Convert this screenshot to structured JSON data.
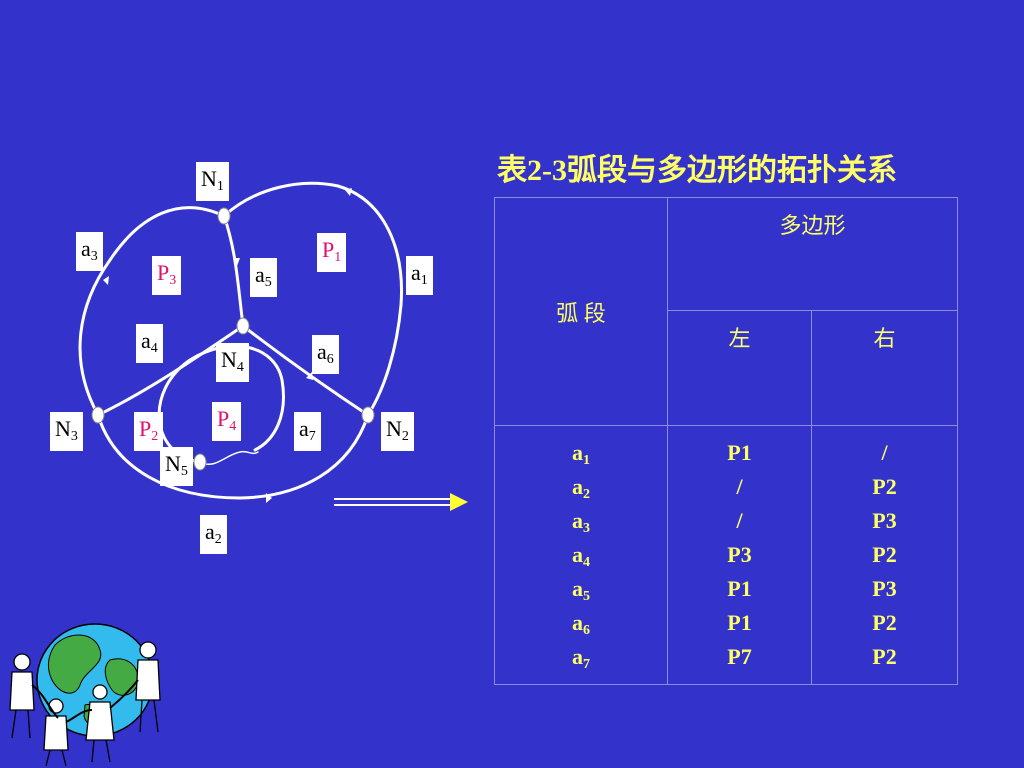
{
  "diagram": {
    "nodes": [
      {
        "base": "N",
        "sub": "1"
      },
      {
        "base": "N",
        "sub": "2"
      },
      {
        "base": "N",
        "sub": "3"
      },
      {
        "base": "N",
        "sub": "4"
      },
      {
        "base": "N",
        "sub": "5"
      }
    ],
    "arcs": [
      {
        "base": "a",
        "sub": "1"
      },
      {
        "base": "a",
        "sub": "2"
      },
      {
        "base": "a",
        "sub": "3"
      },
      {
        "base": "a",
        "sub": "4"
      },
      {
        "base": "a",
        "sub": "5"
      },
      {
        "base": "a",
        "sub": "6"
      },
      {
        "base": "a",
        "sub": "7"
      }
    ],
    "polygons": [
      {
        "base": "P",
        "sub": "1"
      },
      {
        "base": "P",
        "sub": "2"
      },
      {
        "base": "P",
        "sub": "3"
      },
      {
        "base": "P",
        "sub": "4"
      }
    ]
  },
  "table": {
    "title": "表2-3弧段与多边形的拓扑关系",
    "header_arc": "弧 段",
    "header_polygon": "多边形",
    "header_left": "左",
    "header_right": "右",
    "rows": [
      {
        "arc_base": "a",
        "arc_sub": "1",
        "left": "P1",
        "right": "/"
      },
      {
        "arc_base": "a",
        "arc_sub": "2",
        "left": "/",
        "right": "P2"
      },
      {
        "arc_base": "a",
        "arc_sub": "3",
        "left": "/",
        "right": "P3"
      },
      {
        "arc_base": "a",
        "arc_sub": "4",
        "left": "P3",
        "right": "P2"
      },
      {
        "arc_base": "a",
        "arc_sub": "5",
        "left": "P1",
        "right": "P3"
      },
      {
        "arc_base": "a",
        "arc_sub": "6",
        "left": "P1",
        "right": "P2"
      },
      {
        "arc_base": "a",
        "arc_sub": "7",
        "left": "P7",
        "right": "P2"
      }
    ]
  },
  "colors": {
    "background": "#3333CC",
    "table_text": "#FFFF66",
    "polygon_label": "#E0106A",
    "arc_line": "#FFFFFF"
  },
  "clipart": {
    "icon": "globe-people-clipart-icon"
  }
}
